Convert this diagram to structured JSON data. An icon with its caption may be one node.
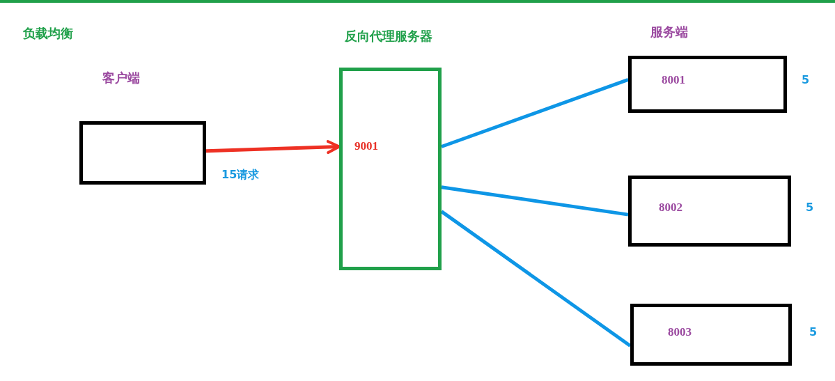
{
  "diagram": {
    "title": "负载均衡",
    "nodes": [
      {
        "text": [
          "客户端"
        ]
      },
      {
        "text": [
          "反向代理服务器",
          "9001"
        ]
      },
      {
        "text": [
          "8001"
        ],
        "beside": [
          "5"
        ]
      },
      {
        "text": [
          "8002"
        ],
        "beside": [
          "5"
        ]
      },
      {
        "text": [
          "8003"
        ],
        "beside": [
          "5"
        ]
      }
    ],
    "edges": [
      {
        "from": 0,
        "to": 1,
        "arrow": "to",
        "label": "15请求",
        "color": "#ee3124"
      },
      {
        "from": 1,
        "to": 2,
        "arrow": "none",
        "color": "#0e96e6"
      },
      {
        "from": 1,
        "to": 3,
        "arrow": "none",
        "color": "#0e96e6"
      },
      {
        "from": 1,
        "to": 4,
        "arrow": "none",
        "color": "#0e96e6"
      }
    ],
    "labels": [
      "服务端"
    ]
  }
}
